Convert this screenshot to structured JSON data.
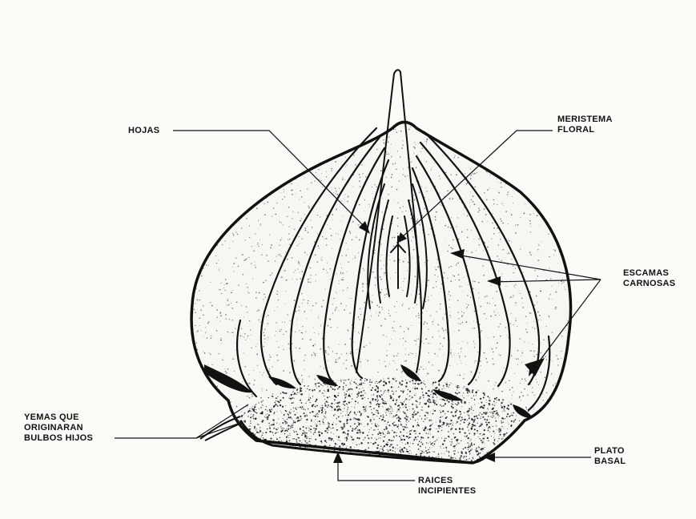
{
  "labels": {
    "hojas": "HOJAS",
    "meristema_1": "MERISTEMA",
    "meristema_2": "FLORAL",
    "escamas_1": "ESCAMAS",
    "escamas_2": "CARNOSAS",
    "yemas_1": "YEMAS QUE",
    "yemas_2": "ORIGINARAN",
    "yemas_3": "BULBOS HIJOS",
    "plato_1": "PLATO",
    "plato_2": "BASAL",
    "raices_1": "RAICES",
    "raices_2": "INCIPIENTES"
  },
  "colors": {
    "ink": "#111111",
    "paper": "#fbfbf8"
  }
}
